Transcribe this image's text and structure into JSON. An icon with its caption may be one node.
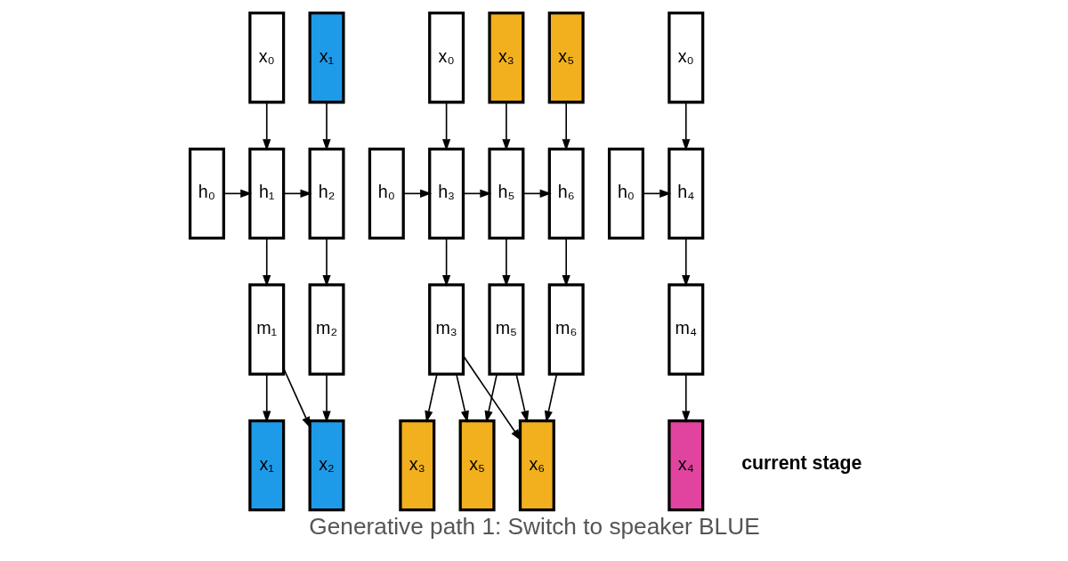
{
  "diagram": {
    "caption": "Generative path 1: Switch to speaker BLUE",
    "nodes": [
      {
        "text": [
          "x₁"
        ]
      },
      {
        "text": [
          "x₂"
        ]
      },
      {
        "text": [
          "x₃"
        ]
      },
      {
        "text": [
          "x₄"
        ]
      },
      {
        "text": [
          "x₅"
        ]
      },
      {
        "text": [
          "x₆"
        ]
      },
      {
        "text": [
          "m₁"
        ]
      },
      {
        "text": [
          "m₂"
        ]
      },
      {
        "text": [
          "m₃"
        ]
      },
      {
        "text": [
          "m₄"
        ]
      },
      {
        "text": [
          "m₅"
        ]
      },
      {
        "text": [
          "m₆"
        ]
      },
      {
        "text": [
          "h₀"
        ]
      },
      {
        "text": [
          "h₁"
        ]
      },
      {
        "text": [
          "h₂"
        ]
      },
      {
        "text": [
          "h₀"
        ]
      },
      {
        "text": [
          "h₃"
        ]
      },
      {
        "text": [
          "h₀"
        ]
      },
      {
        "text": [
          "h₄"
        ]
      },
      {
        "text": [
          "h₅"
        ]
      },
      {
        "text": [
          "h₆"
        ]
      },
      {
        "text": [
          "x₀"
        ]
      },
      {
        "text": [
          "x₁"
        ]
      },
      {
        "text": [
          "x₀"
        ]
      },
      {
        "text": [
          "x₀"
        ]
      },
      {
        "text": [
          "x₃"
        ]
      },
      {
        "text": [
          "x₅"
        ]
      }
    ],
    "edges": [
      {
        "from": 6,
        "to": 0,
        "arrow": "to"
      },
      {
        "from": 6,
        "to": 1,
        "arrow": "to"
      },
      {
        "from": 7,
        "to": 1,
        "arrow": "to"
      },
      {
        "from": 8,
        "to": 2,
        "arrow": "to"
      },
      {
        "from": 8,
        "to": 4,
        "arrow": "to"
      },
      {
        "from": 8,
        "to": 5,
        "arrow": "to"
      },
      {
        "from": 9,
        "to": 3,
        "arrow": "to"
      },
      {
        "from": 10,
        "to": 4,
        "arrow": "to"
      },
      {
        "from": 10,
        "to": 5,
        "arrow": "to"
      },
      {
        "from": 11,
        "to": 5,
        "arrow": "to"
      },
      {
        "from": 13,
        "to": 6,
        "arrow": "to"
      },
      {
        "from": 14,
        "to": 7,
        "arrow": "to"
      },
      {
        "from": 16,
        "to": 8,
        "arrow": "to"
      },
      {
        "from": 18,
        "to": 9,
        "arrow": "to"
      },
      {
        "from": 19,
        "to": 10,
        "arrow": "to"
      },
      {
        "from": 20,
        "to": 11,
        "arrow": "to"
      },
      {
        "from": 12,
        "to": 13,
        "arrow": "to"
      },
      {
        "from": 13,
        "to": 14,
        "arrow": "to"
      },
      {
        "from": 15,
        "to": 16,
        "arrow": "to"
      },
      {
        "from": 17,
        "to": 18,
        "arrow": "to"
      },
      {
        "from": 16,
        "to": 19,
        "arrow": "to"
      },
      {
        "from": 19,
        "to": 20,
        "arrow": "to"
      },
      {
        "from": 21,
        "to": 13,
        "arrow": "to"
      },
      {
        "from": 22,
        "to": 14,
        "arrow": "to"
      },
      {
        "from": 23,
        "to": 16,
        "arrow": "to"
      },
      {
        "from": 24,
        "to": 18,
        "arrow": "to"
      },
      {
        "from": 25,
        "to": 19,
        "arrow": "to"
      },
      {
        "from": 26,
        "to": 20,
        "arrow": "to"
      }
    ],
    "labels": [
      "current stage"
    ]
  }
}
